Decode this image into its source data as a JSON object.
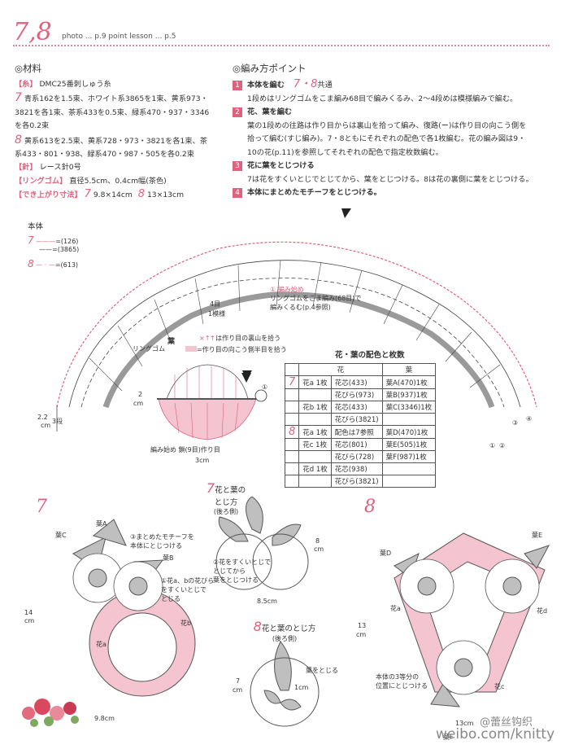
{
  "header": {
    "title": "7,8",
    "subtitle": "photo ... p.9   point lesson ... p.5"
  },
  "materials": {
    "heading": "◎材料",
    "thread_label": "【糸】",
    "thread_value": "DMC25番刺しゅう糸",
    "line7_num": "7",
    "line7a": "青系162を1.5束、ホワイト系3865を1束、黄系973・",
    "line7b": "3821を各1束、茶系433を0.5束、緑系470・937・3346",
    "line7c": "を各0.2束",
    "line8_num": "8",
    "line8a": "黄系613を2.5束、黄系728・973・3821を各1束、茶",
    "line8b": "系433・801・938、緑系470・987・505を各0.2束",
    "needle_label": "【針】",
    "needle_value": "レース針0号",
    "ring_label": "【リングゴム】",
    "ring_value": "直径5.5cm、0.4cm幅(茶色)",
    "size_label": "【でき上がり寸法】",
    "size7_num": "7",
    "size7_value": "9.8×14cm",
    "size8_num": "8",
    "size8_value": "13×13cm"
  },
  "points": {
    "heading": "◎編み方ポイント",
    "s1_num": "1",
    "s1_title": "本体を編む",
    "s1_tail": "共通",
    "s1_num78": "7・8",
    "s1_body": "1段めはリングゴムをこま編み68目で編みくるみ、2〜4段めは模様編みで編む。",
    "s2_num": "2",
    "s2_title": "花、葉を編む",
    "s2_l1": "葉の1段めの往路は作り目からは裏山を拾って編み、復路(ー)は作り目の向こう側を",
    "s2_l2": "拾って編む(すじ編み)。7・8ともにそれぞれの配色で各1枚編む。花の編み図は9・",
    "s2_l3": "10の花(p.11)を参照してそれぞれの配色で指定枚数編む。",
    "s3_num": "3",
    "s3_title": "花に葉をとじつける",
    "s3_body": "7は花をすくいとじでとじてから、葉をとじつける。8は花の裏側に葉をとじつける。",
    "s4_num": "4",
    "s4_title": "本体にまとめたモチーフをとじつける。"
  },
  "body_chart": {
    "label": "本体",
    "legend7_num": "7",
    "legend7a": "=(126)",
    "legend7b": "=(3865)",
    "legend8_num": "8",
    "legend8": "=(613)",
    "note1": "① 編み始め",
    "note2": "リングゴムをこま編み(68目)で",
    "note3": "編みくるむ(p.4参照)",
    "rows": "4目",
    "pattern": "1模様",
    "ring": "リングゴム",
    "dim": "2.2",
    "dim_unit": "cm",
    "dim_rows": "3段",
    "markers": [
      "①",
      "②",
      "③",
      "④"
    ]
  },
  "leaf": {
    "title": "葉",
    "legend1": "は作り目の裏山を拾う",
    "legend2": "=作り目の向こう側半目を拾う",
    "height": "2",
    "height_unit": "cm",
    "start": "編み始め 鎖(9目)作り目",
    "width": "3cm",
    "marker": "①"
  },
  "color_table": {
    "title": "花・葉の配色と枚数",
    "head_flower": "花",
    "head_leaf": "葉",
    "rows": [
      {
        "grp": "7",
        "part": "花a 1枚",
        "item": "花芯(433)",
        "leaf": "葉A(470)1枚"
      },
      {
        "grp": "",
        "part": "",
        "item": "花びら(973)",
        "leaf": "葉B(937)1枚"
      },
      {
        "grp": "",
        "part": "花b 1枚",
        "item": "花芯(433)",
        "leaf": "葉C(3346)1枚"
      },
      {
        "grp": "",
        "part": "",
        "item": "花びら(3821)",
        "leaf": ""
      },
      {
        "grp": "8",
        "part": "花a 1枚",
        "item": "配色は7参照",
        "leaf": "葉D(470)1枚"
      },
      {
        "grp": "",
        "part": "花c 1枚",
        "item": "花芯(801)",
        "leaf": "葉E(505)1枚"
      },
      {
        "grp": "",
        "part": "",
        "item": "花びら(728)",
        "leaf": "葉F(987)1枚"
      },
      {
        "grp": "",
        "part": "花d 1枚",
        "item": "花芯(938)",
        "leaf": ""
      },
      {
        "grp": "",
        "part": "",
        "item": "花びら(3821)",
        "leaf": ""
      }
    ]
  },
  "fig7": {
    "num": "7",
    "leafA": "葉A",
    "leafB": "葉B",
    "leafC": "葉C",
    "note3a": "③まとめたモチーフを",
    "note3b": "本体にとじつける",
    "note1a": "①花a、bの花びら",
    "note1b": "をすくいとじで",
    "note1c": "とじる",
    "flowerA": "花a",
    "flowerB": "花b",
    "height": "14",
    "height_unit": "cm",
    "width": "9.8cm"
  },
  "join7": {
    "num": "7",
    "title1": "花と葉の",
    "title2": "とじ方",
    "sub": "(後ろ側)",
    "note_a": "②花をすくいとじで",
    "note_b": "とじてから",
    "note_c": "葉をとじつける",
    "h": "8",
    "h_unit": "cm",
    "w": "8.5cm"
  },
  "join8": {
    "num": "8",
    "title": "花と葉のとじ方",
    "sub": "(後ろ側)",
    "note": "葉をとじる",
    "dim": "1cm",
    "h": "7",
    "h_unit": "cm"
  },
  "fig8": {
    "num": "8",
    "leafD": "葉D",
    "leafE": "葉E",
    "leafF": "葉F",
    "flowerA": "花a",
    "flowerC": "花c",
    "flowerD": "花d",
    "h": "13",
    "h_unit": "cm",
    "w": "13cm",
    "note_a": "本体の3等分の",
    "note_b": "位置にとじつける"
  },
  "watermark": {
    "line1": "@蕾丝钩织",
    "line2": "weibo.com/knitty"
  },
  "colors": {
    "accent": "#e0607e",
    "pink_fill": "#f4c4d0",
    "leaf_gray": "#bfbfbf"
  }
}
